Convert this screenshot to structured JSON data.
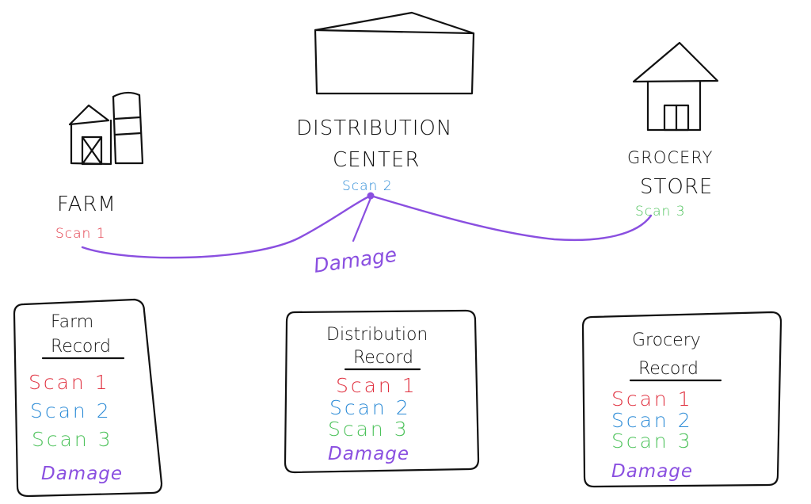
{
  "colors": {
    "ink": "#111111",
    "scan_1": "#e0303f",
    "scan_2": "#2a8ad6",
    "scan_3": "#4cc25a",
    "damage": "#8a4fe0"
  },
  "icons": [
    "farm-barn-icon",
    "silo-icon",
    "warehouse-icon",
    "grocery-store-icon"
  ],
  "locations": {
    "farm": {
      "label": "FARM",
      "scan": "Scan 1"
    },
    "distribution": {
      "label_line1": "DISTRIBUTION",
      "label_line2": "CENTER",
      "scan": "Scan 2"
    },
    "grocery": {
      "label_line1": "GROCERY",
      "label_line2": "STORE",
      "scan": "Scan 3"
    }
  },
  "damage_label": "Damage",
  "records": {
    "farm": {
      "title_line1": "Farm",
      "title_line2": "Record",
      "items": [
        "Scan 1",
        "Scan 2",
        "Scan 3",
        "Damage"
      ]
    },
    "distribution": {
      "title_line1": "Distribution",
      "title_line2": "Record",
      "items": [
        "Scan 1",
        "Scan 2",
        "Scan 3",
        "Damage"
      ]
    },
    "grocery": {
      "title_line1": "Grocery",
      "title_line2": "Record",
      "items": [
        "Scan 1",
        "Scan 2",
        "Scan 3",
        "Damage"
      ]
    }
  }
}
